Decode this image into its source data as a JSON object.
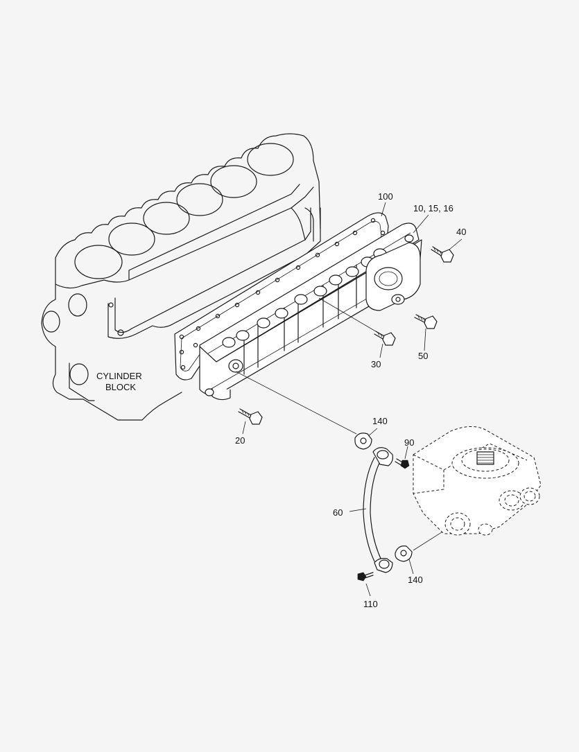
{
  "callouts": {
    "c100": "100",
    "c10_15_16": "10, 15, 16",
    "c40": "40",
    "c50": "50",
    "c30": "30",
    "c20": "20",
    "c140_top": "140",
    "c90": "90",
    "c60": "60",
    "c140_bottom": "140",
    "c110": "110"
  },
  "reference_labels": {
    "cylinder_block_line1": "CYLINDER",
    "cylinder_block_line2": "BLOCK"
  }
}
